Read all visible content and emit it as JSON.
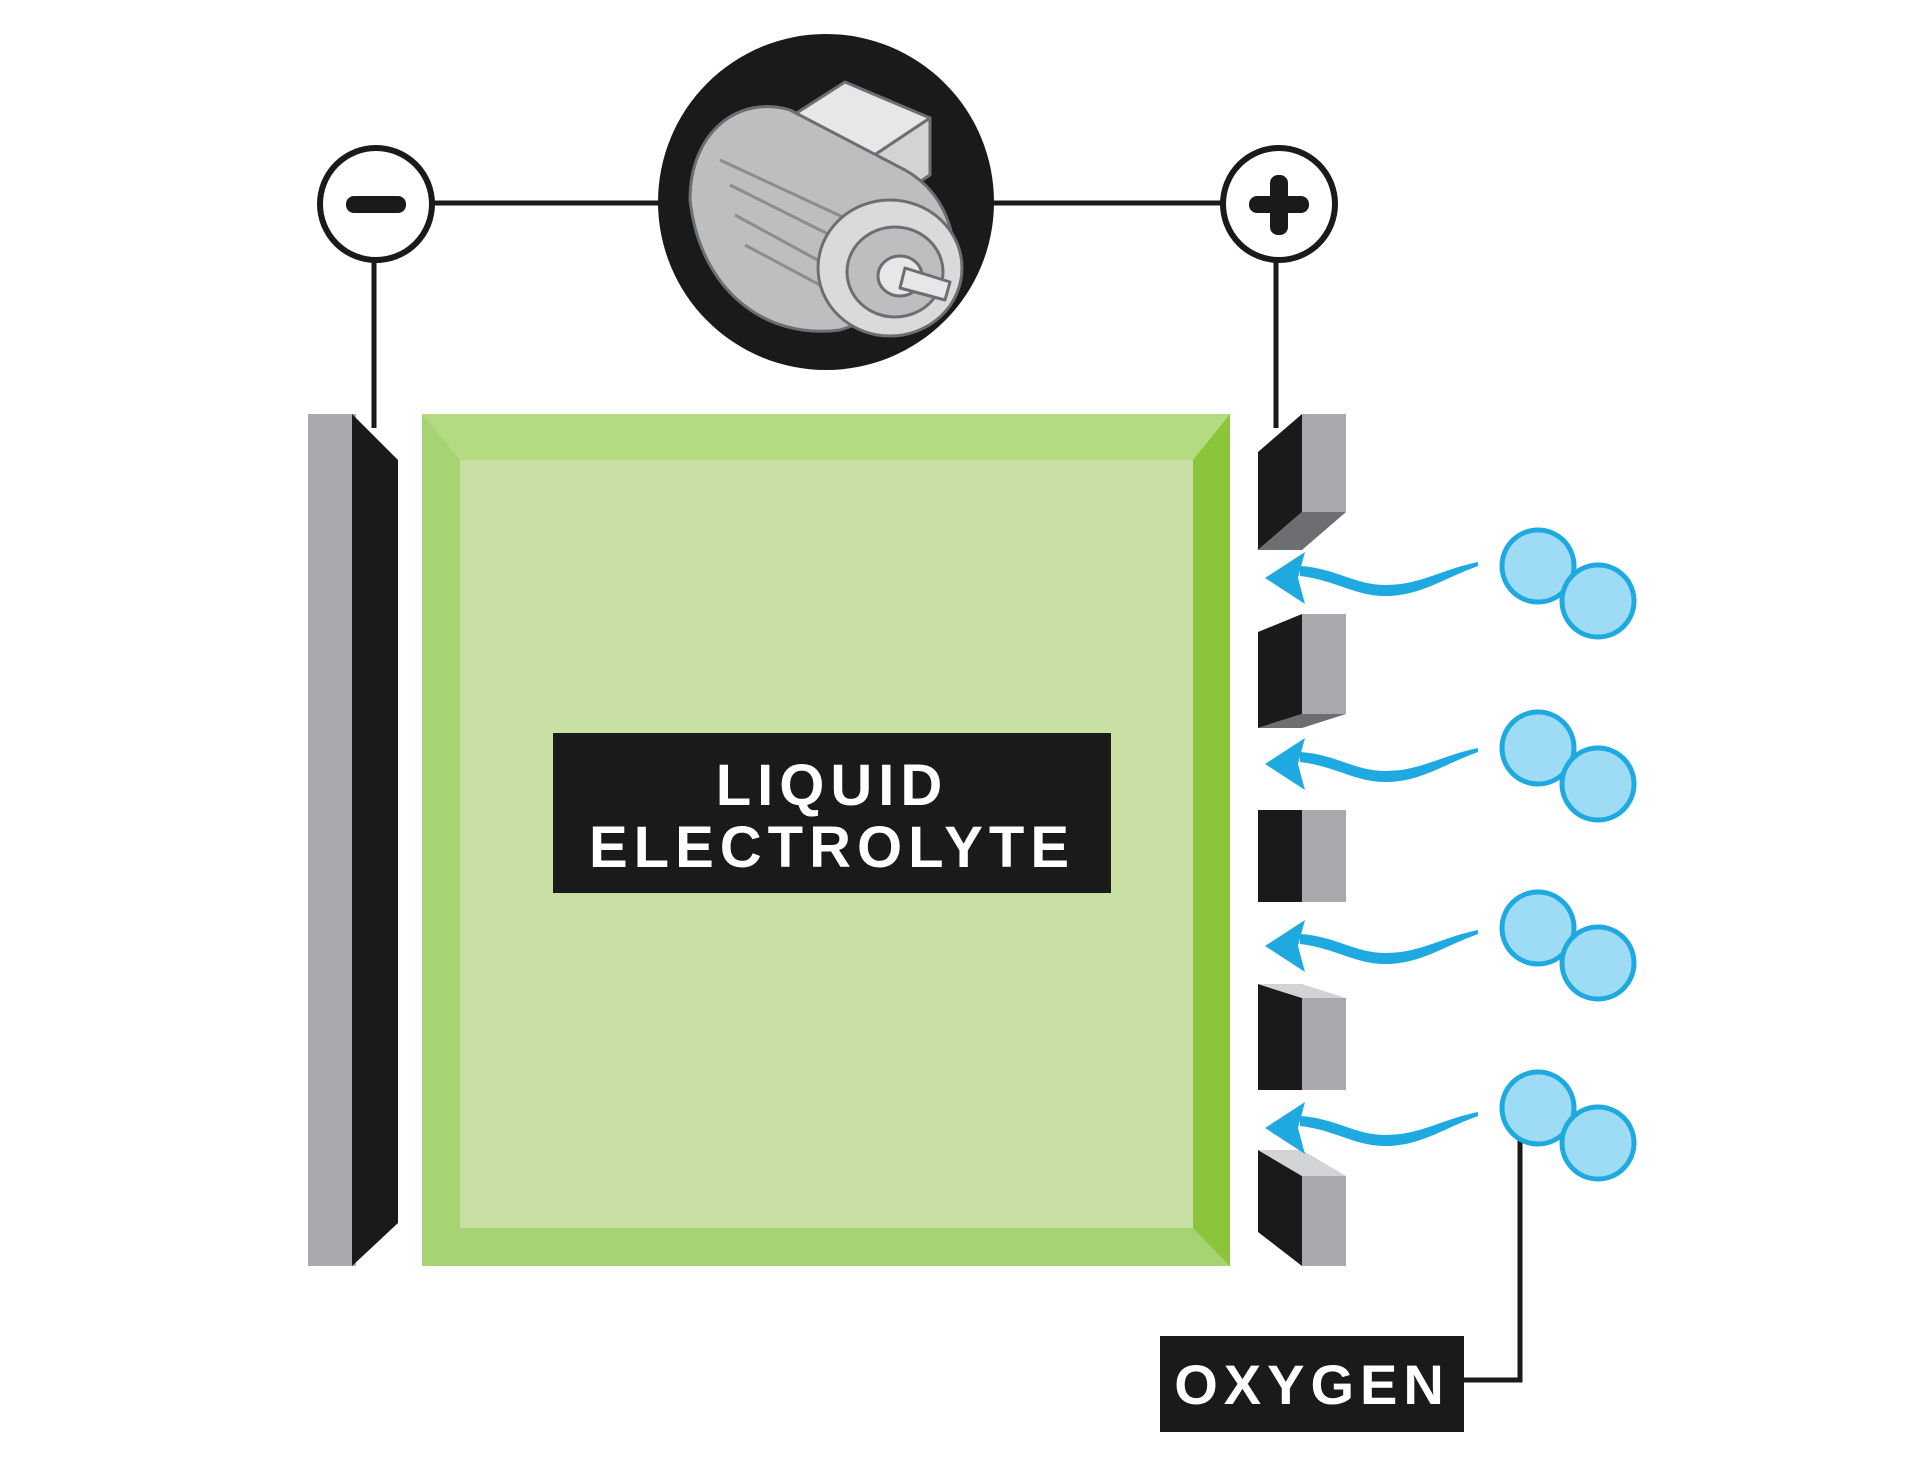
{
  "diagram": {
    "electrolyte_label": {
      "line1": "LIQUID",
      "line2": "ELECTROLYTE"
    },
    "oxygen_label": "OXYGEN",
    "terminals": {
      "negative_symbol": "−",
      "positive_symbol": "+"
    },
    "icons": {
      "motor": "electric-motor-icon",
      "oxygen": "oxygen-molecule-icon",
      "flow": "airflow-arrow-icon"
    },
    "colors": {
      "electrolyte_fill": "#c9e0a4",
      "electrolyte_border": "#a7d473",
      "electrolyte_border_dark": "#8cc43c",
      "electrode_dark": "#1a1a1a",
      "electrode_gray": "#a7a9ac",
      "oxygen_fill": "#9edcf5",
      "oxygen_stroke": "#1fa9e1",
      "arrow": "#1fa9e1",
      "wire": "#1a1a1a",
      "label_bg": "#1a1a1a",
      "label_text": "#ffffff"
    },
    "oxygen_molecule_count": 4,
    "cathode_block_count": 5
  }
}
